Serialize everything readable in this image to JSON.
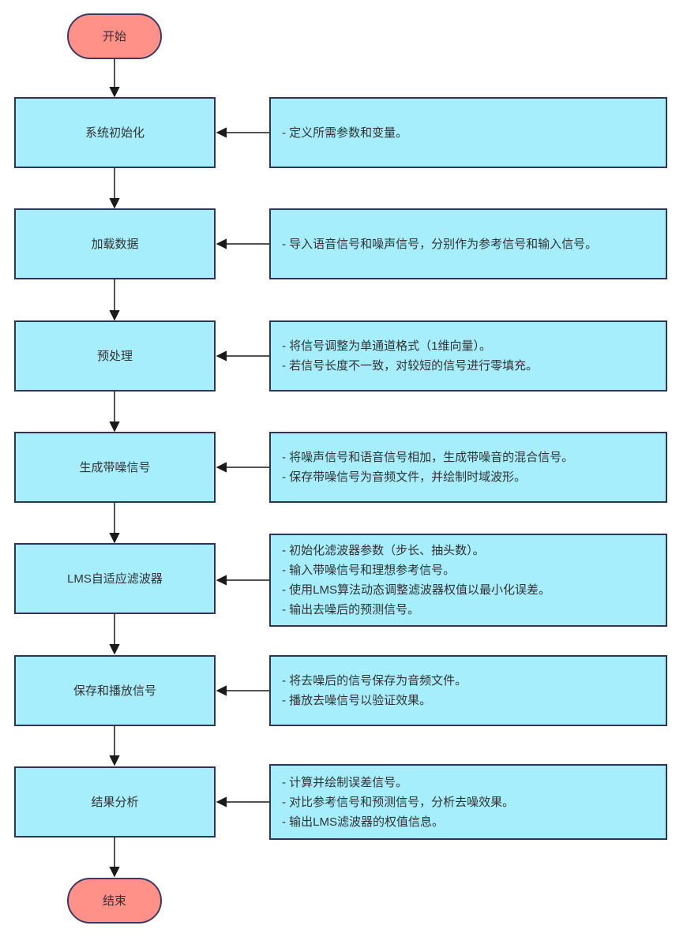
{
  "colors": {
    "node_fill": "#A6EEFB",
    "node_border": "#2E3559",
    "terminal_fill": "#FF9189",
    "terminal_border": "#3D3A63",
    "arrow": "#1a1a1a",
    "text": "#333333"
  },
  "start": {
    "label": "开始"
  },
  "end": {
    "label": "结束"
  },
  "steps": [
    {
      "label": "系统初始化",
      "notes": [
        "- 定义所需参数和变量。"
      ]
    },
    {
      "label": "加载数据",
      "notes": [
        "- 导入语音信号和噪声信号，分别作为参考信号和输入信号。"
      ]
    },
    {
      "label": "预处理",
      "notes": [
        "- 将信号调整为单通道格式（1维向量）。",
        "- 若信号长度不一致，对较短的信号进行零填充。"
      ]
    },
    {
      "label": "生成带噪信号",
      "notes": [
        "- 将噪声信号和语音信号相加，生成带噪音的混合信号。",
        "- 保存带噪信号为音频文件，并绘制时域波形。"
      ]
    },
    {
      "label": "LMS自适应滤波器",
      "notes": [
        "- 初始化滤波器参数（步长、抽头数）。",
        "- 输入带噪信号和理想参考信号。",
        "- 使用LMS算法动态调整滤波器权值以最小化误差。",
        "- 输出去噪后的预测信号。"
      ]
    },
    {
      "label": "保存和播放信号",
      "notes": [
        "- 将去噪后的信号保存为音频文件。",
        "- 播放去噪信号以验证效果。"
      ]
    },
    {
      "label": "结果分析",
      "notes": [
        "- 计算并绘制误差信号。",
        "- 对比参考信号和预测信号，分析去噪效果。",
        "- 输出LMS滤波器的权值信息。"
      ]
    }
  ]
}
